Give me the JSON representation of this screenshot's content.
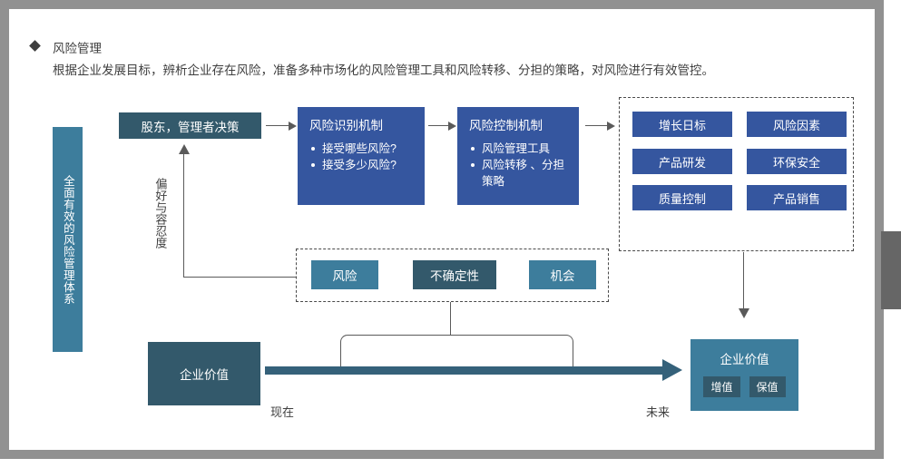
{
  "header": {
    "bullet_icon": "diamond-bullet-icon",
    "title": "风险管理",
    "subtitle": "根据企业发展目标，辨析企业存在风险，准备多种市场化的风险管理工具和风险转移、分担的策略，对风险进行有效管控。"
  },
  "side_band": {
    "label": "全面有效的风险管理体系"
  },
  "flow": {
    "decision_box": {
      "label": "股东，管理者决策"
    },
    "identification": {
      "title": "风险识别机制",
      "items": [
        "接受哪些风险?",
        "接受多少风险?"
      ]
    },
    "control": {
      "title": "风险控制机制",
      "items": [
        "风险管理工具",
        "风险转移 、分担策略"
      ]
    },
    "feedback_label": "偏好与容忍度"
  },
  "objectives": {
    "items": [
      "增长日标",
      "风险因素",
      "产品研发",
      "环保安全",
      "质量控制",
      "产品销售"
    ]
  },
  "middle_group": {
    "items": [
      "风险",
      "不确定性",
      "机会"
    ]
  },
  "bottom": {
    "value_left": "企业价值",
    "value_right": {
      "title": "企业价值",
      "chips": [
        "增值",
        "保值"
      ]
    },
    "axis_start": "现在",
    "axis_end": "未来"
  },
  "colors": {
    "teal_dark": "#33596b",
    "teal": "#3d7d9c",
    "blue": "#35569f",
    "arrow": "#35617a",
    "frame_gray": "#919191",
    "scroll_thumb": "#666666",
    "text": "#3f3f3f"
  }
}
